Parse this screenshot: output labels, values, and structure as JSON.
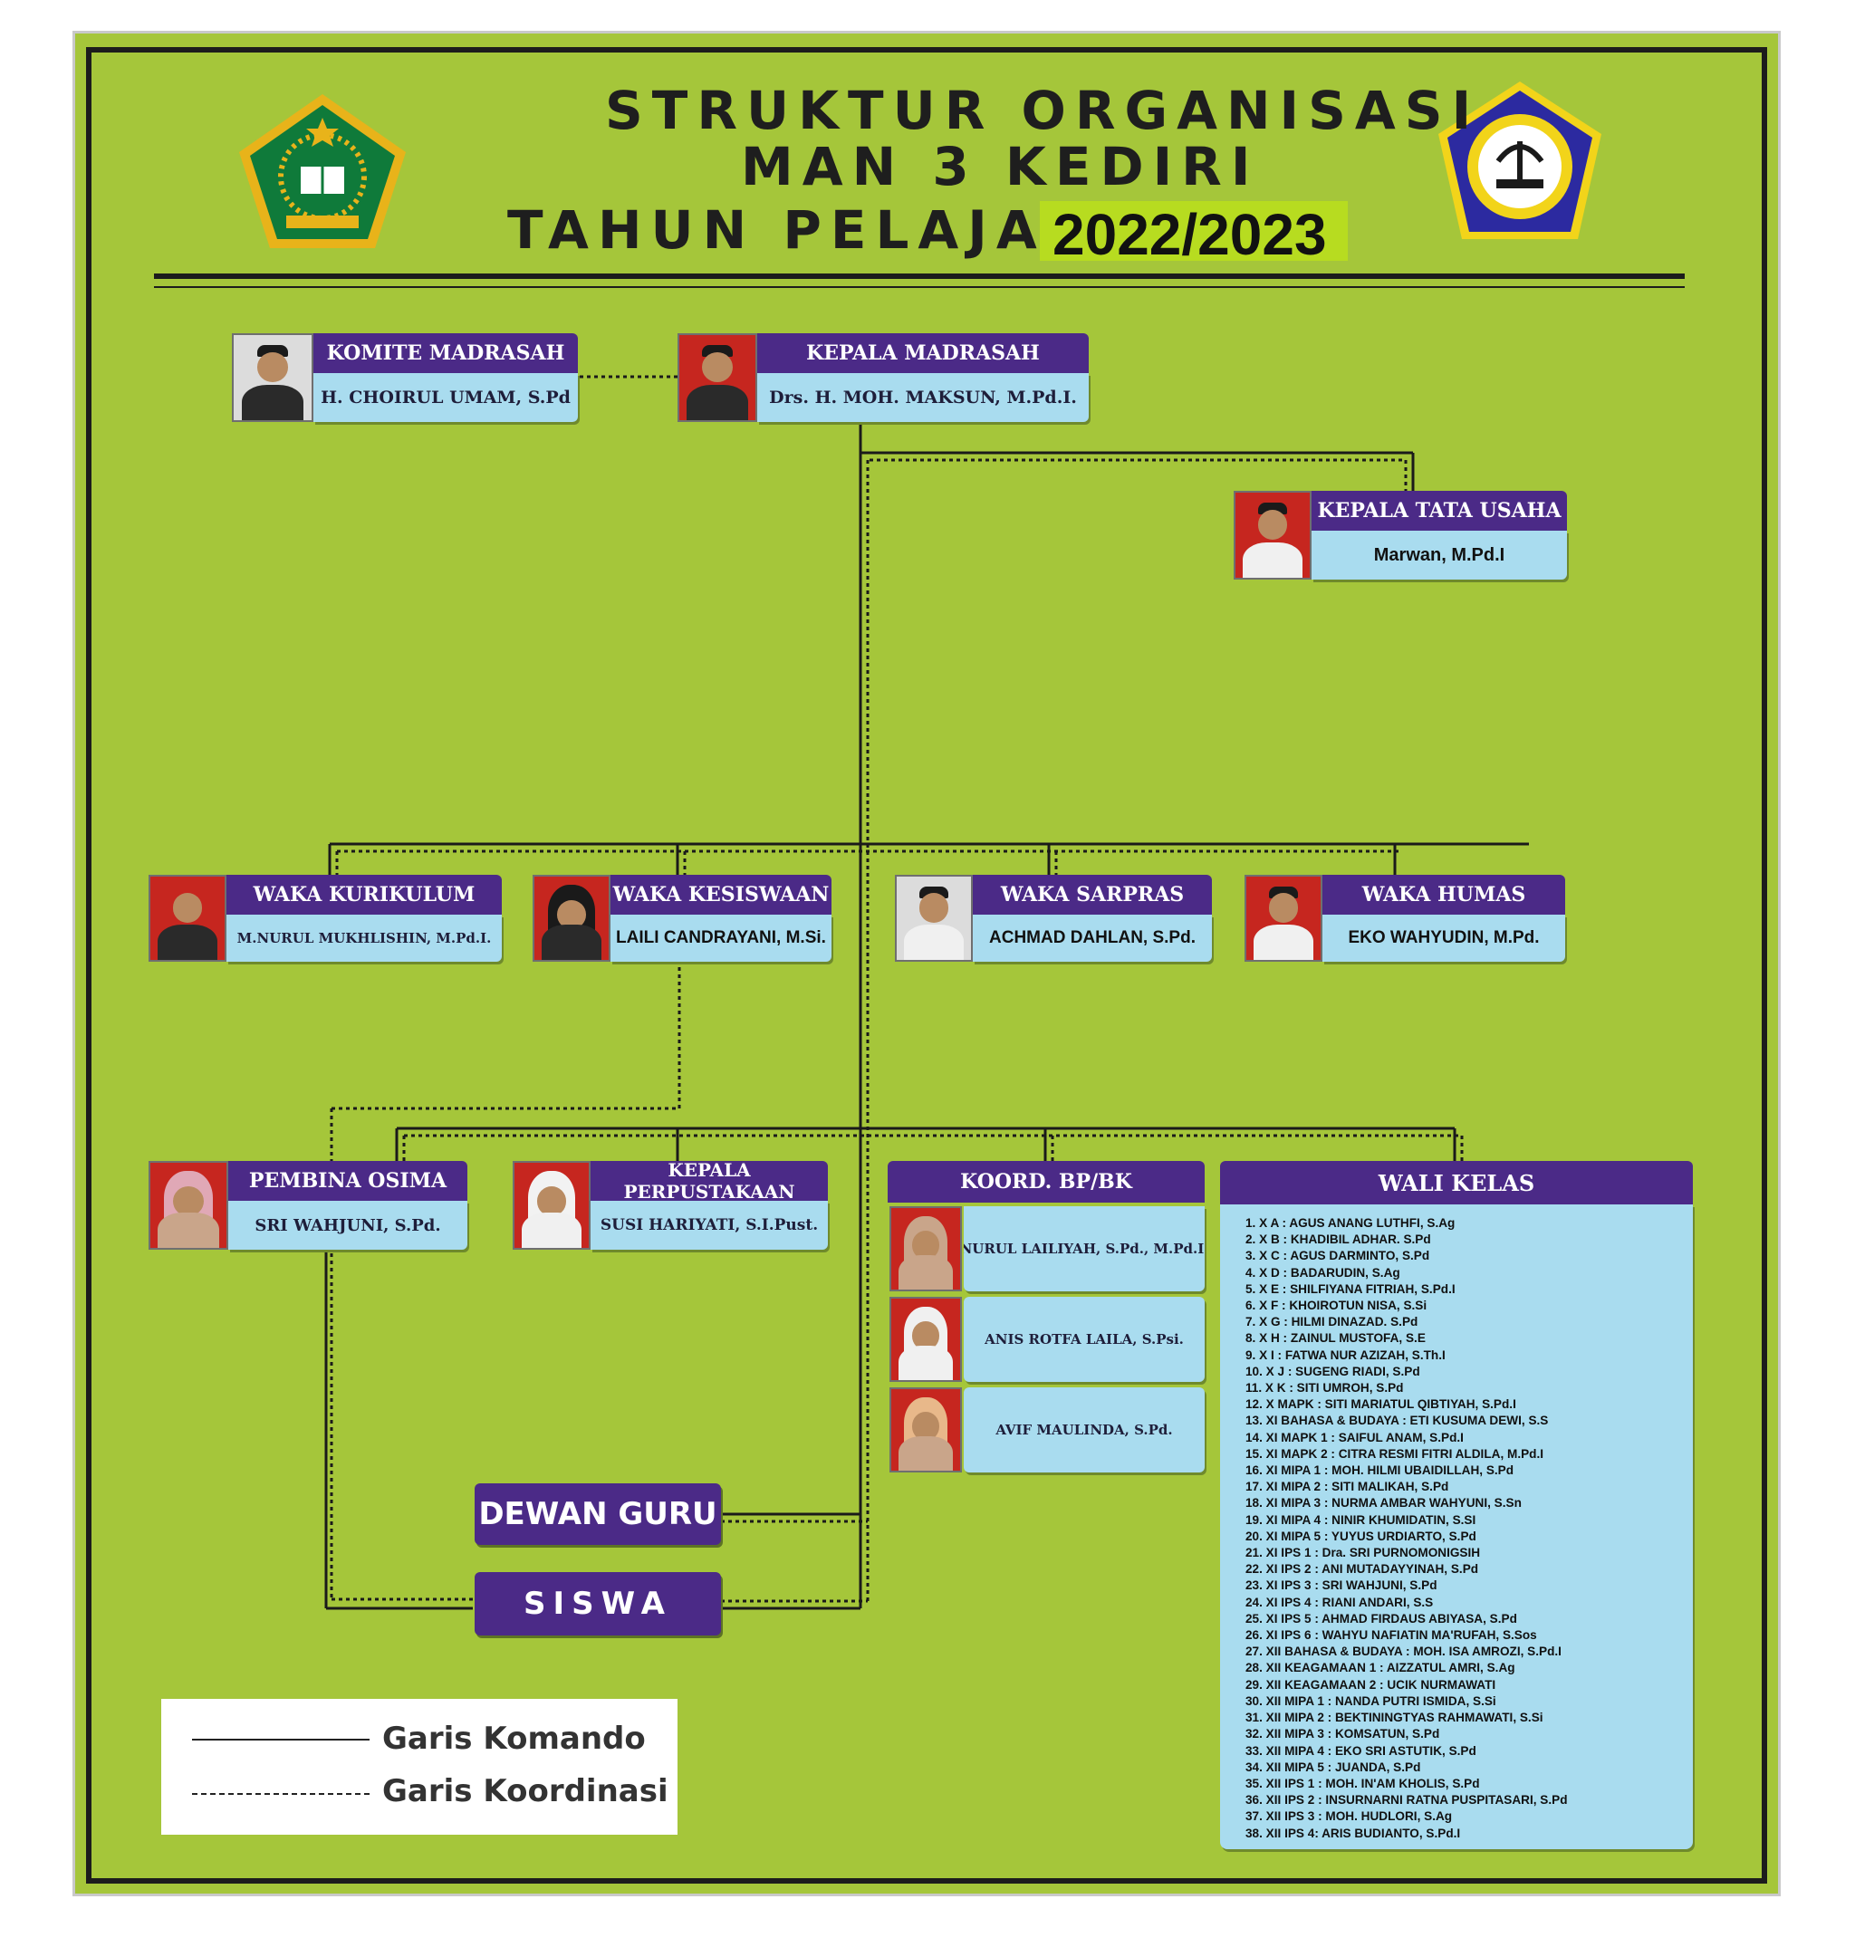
{
  "header": {
    "line1": "STRUKTUR ORGANISASI",
    "line2": "MAN 3 KEDIRI",
    "line3": "TAHUN PELAJARAN",
    "year": "2022/2023"
  },
  "logos": {
    "left": {
      "icon": "kemenag-emblem-icon",
      "colors": {
        "outer": "#0f7a3a",
        "rim": "#e8b31a"
      }
    },
    "right": {
      "icon": "man3-kediri-emblem-icon",
      "colors": {
        "outer": "#2c2aa0",
        "rim": "#f2d41a"
      }
    }
  },
  "colors": {
    "background": "#a5c63a",
    "header_bar": "#4b2a87",
    "name_bar": "#a9dcef",
    "year_highlight": "#b7dc20"
  },
  "units": {
    "komite": {
      "title": "KOMITE MADRASAH",
      "name": "H. CHOIRUL UMAM, S.Pd"
    },
    "kepala": {
      "title": "KEPALA MADRASAH",
      "name": "Drs. H. MOH. MAKSUN, M.Pd.I."
    },
    "tata_usaha": {
      "title": "KEPALA TATA USAHA",
      "name": "Marwan, M.Pd.I"
    },
    "waka_kurikulum": {
      "title": "WAKA KURIKULUM",
      "name": "M.NURUL MUKHLISHIN, M.Pd.I."
    },
    "waka_kesiswaan": {
      "title": "WAKA KESISWAAN",
      "name": "LAILI CANDRAYANI, M.Si."
    },
    "waka_sarpras": {
      "title": "WAKA SARPRAS",
      "name": "ACHMAD DAHLAN, S.Pd."
    },
    "waka_humas": {
      "title": "WAKA HUMAS",
      "name": "EKO WAHYUDIN, M.Pd."
    },
    "pembina_osima": {
      "title": "PEMBINA OSIMA",
      "name": "SRI WAHJUNI, S.Pd."
    },
    "perpustakaan": {
      "title": "KEPALA PERPUSTAKAAN",
      "name": "SUSI HARIYATI, S.I.Pust."
    },
    "bpbk": {
      "title": "KOORD. BP/BK",
      "names": [
        "NURUL LAILIYAH, S.Pd., M.Pd.I.",
        "ANIS ROTFA LAILA, S.Psi.",
        "AVIF MAULINDA, S.Pd."
      ]
    }
  },
  "dewan_guru": "DEWAN GURU",
  "siswa": "SISWA",
  "wali_kelas": {
    "title": "WALI KELAS",
    "items": [
      "1. X A : AGUS ANANG LUTHFI, S.Ag",
      "2. X B : KHADIBIL ADHAR. S.Pd",
      "3. X C : AGUS DARMINTO, S.Pd",
      "4. X D : BADARUDIN, S.Ag",
      "5. X E : SHILFIYANA FITRIAH, S.Pd.I",
      "6. X F : KHOIROTUN NISA, S.Si",
      "7. X G : HILMI DINAZAD. S.Pd",
      "8. X H : ZAINUL MUSTOFA, S.E",
      "9. X I : FATWA NUR AZIZAH, S.Th.I",
      "10. X J : SUGENG RIADI, S.Pd",
      "11. X K : SITI UMROH, S.Pd",
      "12. X MAPK : SITI MARIATUL QIBTIYAH, S.Pd.I",
      "13. XI BAHASA & BUDAYA : ETI KUSUMA DEWI, S.S",
      "14. XI MAPK 1 : SAIFUL ANAM, S.Pd.I",
      "15. XI MAPK 2 : CITRA RESMI FITRI ALDILA, M.Pd.I",
      "16. XI MIPA 1 : MOH. HILMI UBAIDILLAH, S.Pd",
      "17. XI MIPA 2 : SITI MALIKAH, S.Pd",
      "18. XI MIPA 3 : NURMA AMBAR WAHYUNI, S.Sn",
      "19. XI MIPA 4 : NINIR KHUMIDATIN, S.SI",
      "20. XI MIPA 5 : YUYUS URDIARTO, S.Pd",
      "21. XI IPS 1 : Dra. SRI PURNOMONIGSIH",
      "22. XI IPS 2 : ANI MUTADAYYINAH, S.Pd",
      "23. XI IPS 3 : SRI WAHJUNI, S.Pd",
      "24. XI IPS 4 : RIANI ANDARI, S.S",
      "25. XI IPS 5 : AHMAD FIRDAUS ABIYASA, S.Pd",
      "26. XI IPS 6 : WAHYU NAFIATIN MA'RUFAH, S.Sos",
      "27. XII BAHASA & BUDAYA : MOH. ISA AMROZI, S.Pd.I",
      "28. XII KEAGAMAAN 1 : AIZZATUL AMRI, S.Ag",
      "29. XII KEAGAMAAN 2 : UCIK NURMAWATI",
      "30. XII MIPA 1 : NANDA PUTRI ISMIDA, S.Si",
      "31. XII MIPA 2 : BEKTININGTYAS RAHMAWATI, S.Si",
      "32. XII MIPA 3 : KOMSATUN, S.Pd",
      "33. XII MIPA 4 : EKO SRI ASTUTIK, S.Pd",
      "34. XII MIPA 5 : JUANDA, S.Pd",
      "35. XII IPS 1 : MOH. IN'AM KHOLIS, S.Pd",
      "36. XII IPS 2 : INSURNARNI RATNA PUSPITASARI, S.Pd",
      "37. XII IPS 3 : MOH. HUDLORI, S.Ag",
      "38. XII IPS 4: ARIS BUDIANTO, S.Pd.I"
    ]
  },
  "legend": {
    "komando": "Garis Komando",
    "koordinasi": "Garis Koordinasi"
  }
}
